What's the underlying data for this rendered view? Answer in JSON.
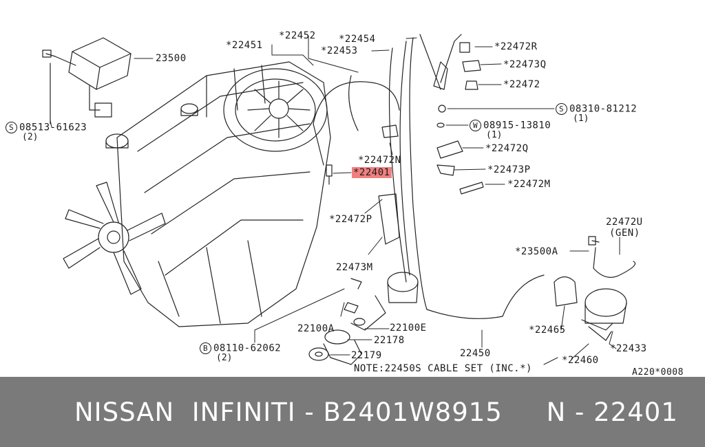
{
  "labels": {
    "l22452": "*22452",
    "l22454": "*22454",
    "l22451": "*22451",
    "l22453": "*22453",
    "l23500": "23500",
    "l08513": "08513-61623",
    "l08513_qty": "(2)",
    "l22472R": "*22472R",
    "l22473Q": "*22473Q",
    "l22472": "*22472",
    "l08310": "08310-81212",
    "l08310_qty": "(1)",
    "l08915": "08915-13810",
    "l08915_qty": "(1)",
    "l22472N": "*22472N",
    "l22401": "*22401",
    "l22472Q": "*22472Q",
    "l22473P": "*22473P",
    "l22472M": "*22472M",
    "l22472P": "*22472P",
    "l22472U": "22472U",
    "l22472U_gen": "(GEN)",
    "l23500A": "*23500A",
    "l22473M": "22473M",
    "l22100A": "22100A",
    "l22100E": "22100E",
    "l22178": "22178",
    "l22179": "22179",
    "l22465": "*22465",
    "l22433": "*22433",
    "l22450": "22450",
    "l22460": "*22460",
    "l08110": "08110-62062",
    "l08110_qty": "(2)",
    "note": "NOTE:22450S CABLE SET (INC.*)",
    "code": "A220*0008"
  },
  "prefix_symbols": {
    "s08513": "S",
    "s08310": "S",
    "w08915": "W",
    "b08110": "B"
  },
  "highlight_color": "#f08080",
  "footer": {
    "text": "NISSAN  INFINITI - B2401W8915     N - 22401",
    "background": "#7a7a7a"
  }
}
